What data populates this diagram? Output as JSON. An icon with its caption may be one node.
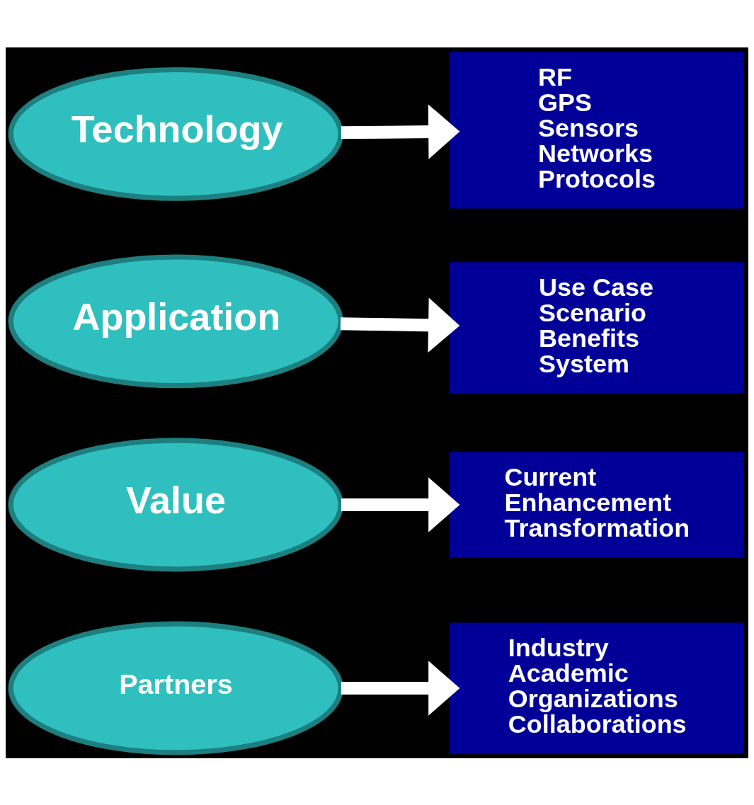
{
  "diagram": {
    "nodes": [
      {
        "text": [
          "Technology"
        ]
      },
      {
        "text": [
          "RF",
          "GPS",
          "Sensors",
          "Networks",
          "Protocols"
        ]
      },
      {
        "text": [
          "Application"
        ]
      },
      {
        "text": [
          "Use Case",
          "Scenario",
          "Benefits",
          "System"
        ]
      },
      {
        "text": [
          "Value"
        ]
      },
      {
        "text": [
          "Current",
          "Enhancement",
          "Transformation"
        ]
      },
      {
        "text": [
          "Partners"
        ]
      },
      {
        "text": [
          "Industry",
          "Academic",
          "Organizations",
          "Collaborations"
        ]
      }
    ],
    "edges": [
      {
        "from": 0,
        "to": 1,
        "arrow": "to"
      },
      {
        "from": 2,
        "to": 3,
        "arrow": "to"
      },
      {
        "from": 4,
        "to": 5,
        "arrow": "to"
      },
      {
        "from": 6,
        "to": 7,
        "arrow": "to"
      }
    ]
  }
}
